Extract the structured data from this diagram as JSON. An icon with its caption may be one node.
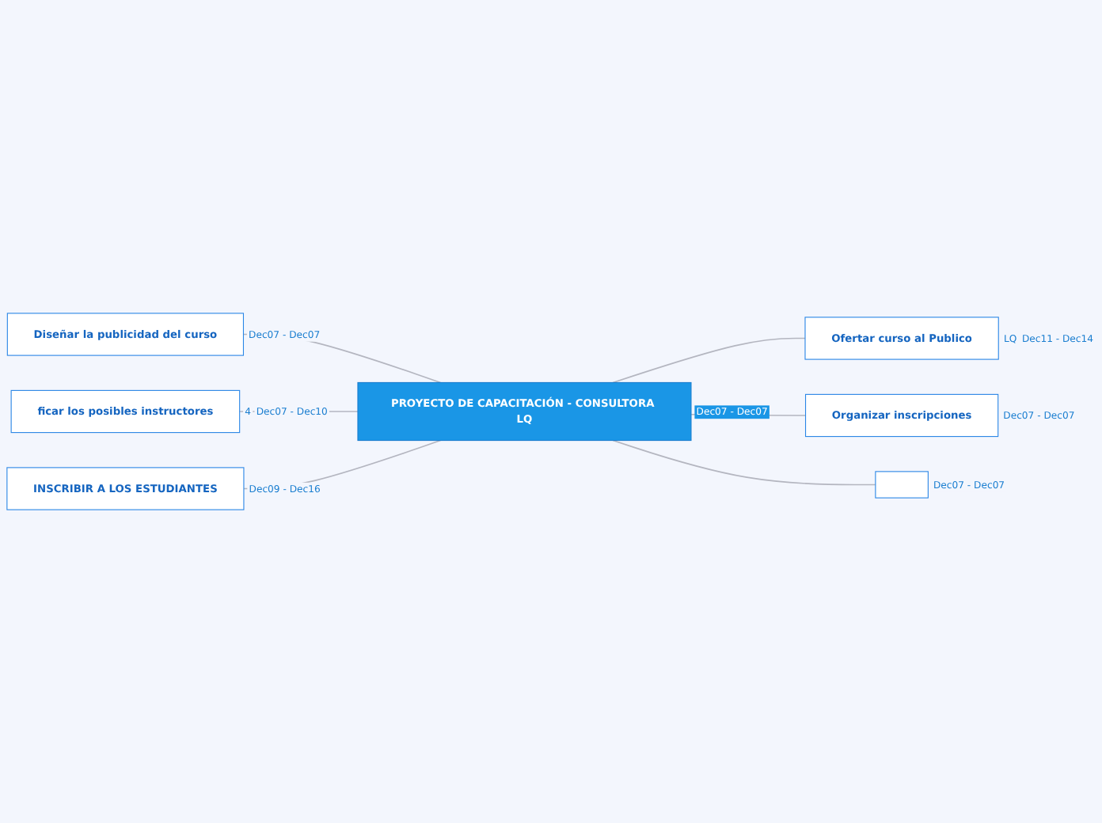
{
  "diagram": {
    "nodes": [
      {
        "text": [
          "PROYECTO DE CAPACITACIÓN - CONSULTORA LQ"
        ],
        "beside": [
          "Dec07 - Dec07"
        ]
      },
      {
        "text": [
          "Diseñar la publicidad del curso"
        ],
        "beside": [
          "Dec07 - Dec07"
        ]
      },
      {
        "text": [
          "ficar los posibles instructores"
        ],
        "beside": [
          "4",
          "Dec07 - Dec10"
        ]
      },
      {
        "text": [
          "INSCRIBIR A LOS ESTUDIANTES"
        ],
        "beside": [
          "Dec09 - Dec16"
        ]
      },
      {
        "text": [
          "Ofertar curso al Publico"
        ],
        "beside": [
          "LQ",
          "Dec11 - Dec14"
        ]
      },
      {
        "text": [
          "Organizar inscripciones"
        ],
        "beside": [
          "Dec07 - Dec07"
        ]
      },
      {
        "text": [],
        "shape": "box",
        "beside": [
          "Dec07 - Dec07"
        ]
      }
    ],
    "edges": [
      {
        "from": 1,
        "to": 0,
        "arrow": "none"
      },
      {
        "from": 2,
        "to": 0,
        "arrow": "none"
      },
      {
        "from": 3,
        "to": 0,
        "arrow": "none"
      },
      {
        "from": 0,
        "to": 4,
        "arrow": "none"
      },
      {
        "from": 0,
        "to": 5,
        "arrow": "none"
      },
      {
        "from": 0,
        "to": 6,
        "arrow": "none"
      }
    ]
  }
}
